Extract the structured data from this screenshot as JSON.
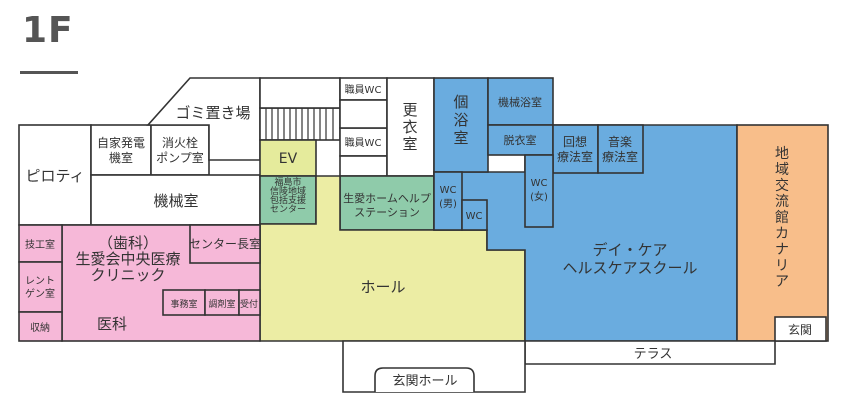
{
  "floor": {
    "label": "1F"
  },
  "colors": {
    "white": "#ffffff",
    "blue": "#6aacdf",
    "pink": "#f6b8d8",
    "yellow": "#eceda4",
    "lime": "#e5eb9c",
    "green": "#8fcbaa",
    "orange": "#f8be8a",
    "outline": "#333333"
  },
  "rooms": {
    "piloti": "ピロティ",
    "private_generator_room": [
      "自家発電",
      "機室"
    ],
    "hydrant_pump_room": [
      "消火栓",
      "ポンプ室"
    ],
    "garbage_area": "ゴミ置き場",
    "machine_room": "機械室",
    "ev": "EV",
    "staff_wc_top": "職員WC",
    "staff_wc_mid": "職員WC",
    "changing_room": [
      "更",
      "衣",
      "室"
    ],
    "individual_bath": [
      "個",
      "浴",
      "室"
    ],
    "machine_bath": "機械浴室",
    "dressing_room": "脱衣室",
    "reminiscence_room": [
      "回想",
      "療法室"
    ],
    "music_room": [
      "音楽",
      "療法室"
    ],
    "wc_female": [
      "WC",
      "(女)"
    ],
    "wc_male": [
      "WC",
      "(男)"
    ],
    "wc": "WC",
    "support_center": [
      "福島市",
      "信陵地域",
      "包括支援",
      "センター"
    ],
    "helper_station": [
      "生愛ホームヘルプ",
      "ステーション"
    ],
    "day_care": [
      "デイ・ケア",
      "ヘルスケアスクール"
    ],
    "community_hall": [
      "地",
      "域",
      "交",
      "流",
      "館",
      "カ",
      "ナ",
      "リ",
      "ア"
    ],
    "entrance_right": "玄関",
    "terrace": "テラス",
    "entrance_hall": "玄関ホール",
    "hall": "ホール",
    "tech_room": "技工室",
    "xray_room": [
      "レント",
      "ゲン室"
    ],
    "storage": "収納",
    "clinic": [
      "（歯科）",
      "生愛会中央医療",
      "クリニック"
    ],
    "center_director_room": "センター長室",
    "office": "事務室",
    "pharmacy": "調剤室",
    "reception": "受付",
    "internal_medicine": "医科"
  }
}
